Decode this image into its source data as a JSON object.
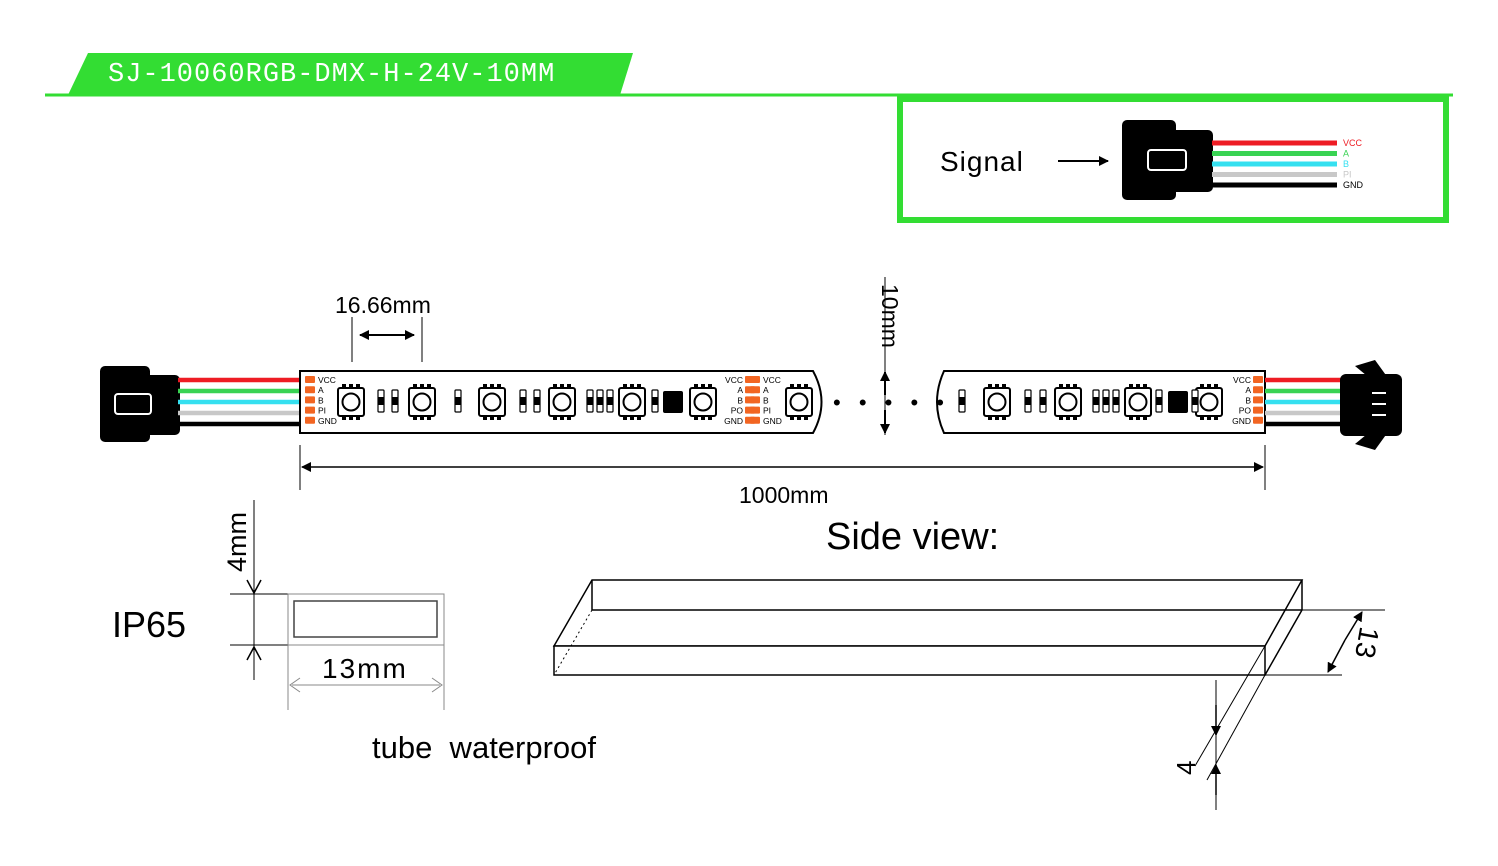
{
  "header": {
    "title": "SJ-10060RGB-DMX-H-24V-10MM"
  },
  "signal_box": {
    "label": "Signal",
    "wires": [
      {
        "label": "VCC",
        "color": "#ee1c24"
      },
      {
        "label": "A",
        "color": "#39d353"
      },
      {
        "label": "B",
        "color": "#35e0f0"
      },
      {
        "label": "PI",
        "color": "#c8c8c8"
      },
      {
        "label": "GND",
        "color": "#000000"
      }
    ]
  },
  "strip": {
    "pitch_label": "16.66mm",
    "width_label": "10mm",
    "length_label": "1000mm",
    "pad_labels_in": [
      "VCC",
      "A",
      "B",
      "PI",
      "GND"
    ],
    "pad_labels_out": [
      "VCC",
      "A",
      "B",
      "PO",
      "GND"
    ],
    "cut_dots": "• • • • •"
  },
  "cross_section": {
    "rating": "IP65",
    "height_label": "4mm",
    "width_label": "13mm",
    "type_label": "tube  waterproof"
  },
  "side_view": {
    "title": "Side view:",
    "width_label": "13",
    "height_label": "4"
  },
  "colors": {
    "brand_green": "#33dd33",
    "vcc": "#ee1c24",
    "a": "#39d353",
    "b": "#35e0f0",
    "pi": "#c8c8c8",
    "gnd": "#000000",
    "pad": "#f26522"
  }
}
